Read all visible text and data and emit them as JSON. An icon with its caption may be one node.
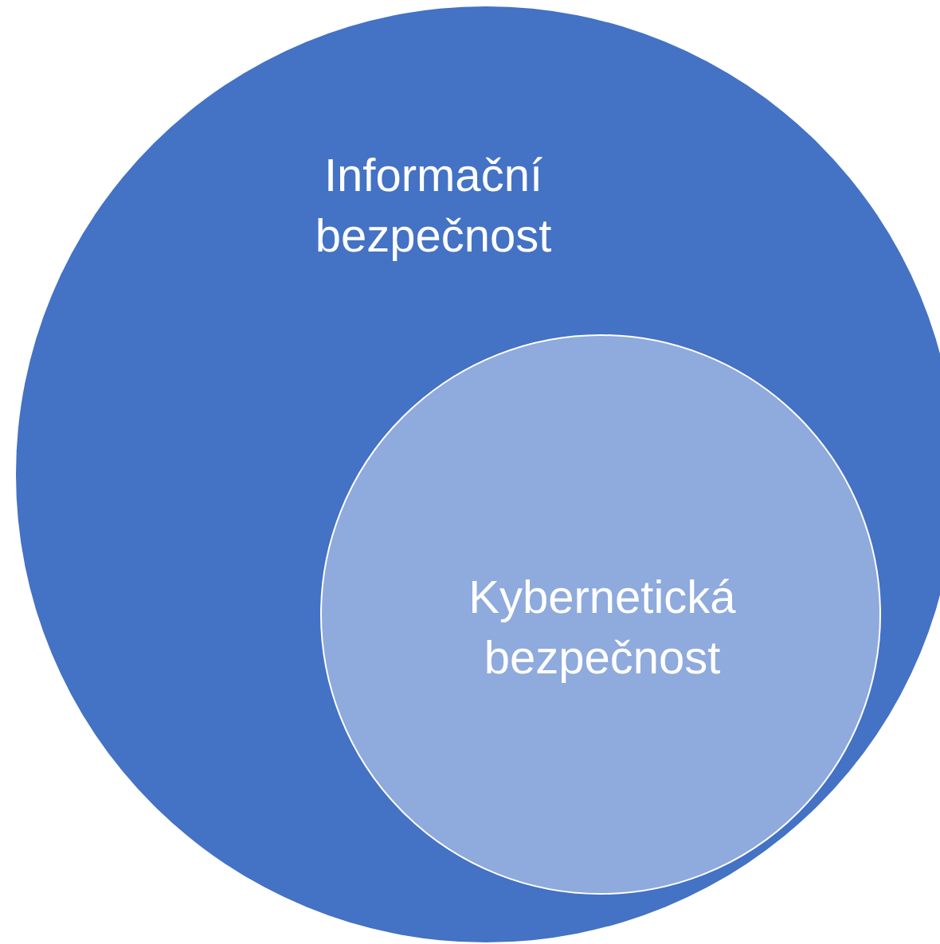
{
  "diagram": {
    "nodes": [
      {
        "text": [
          "Informační bezpečnost"
        ]
      },
      {
        "text": [
          "Kybernetická bezpečnost"
        ],
        "in": 0
      }
    ]
  }
}
